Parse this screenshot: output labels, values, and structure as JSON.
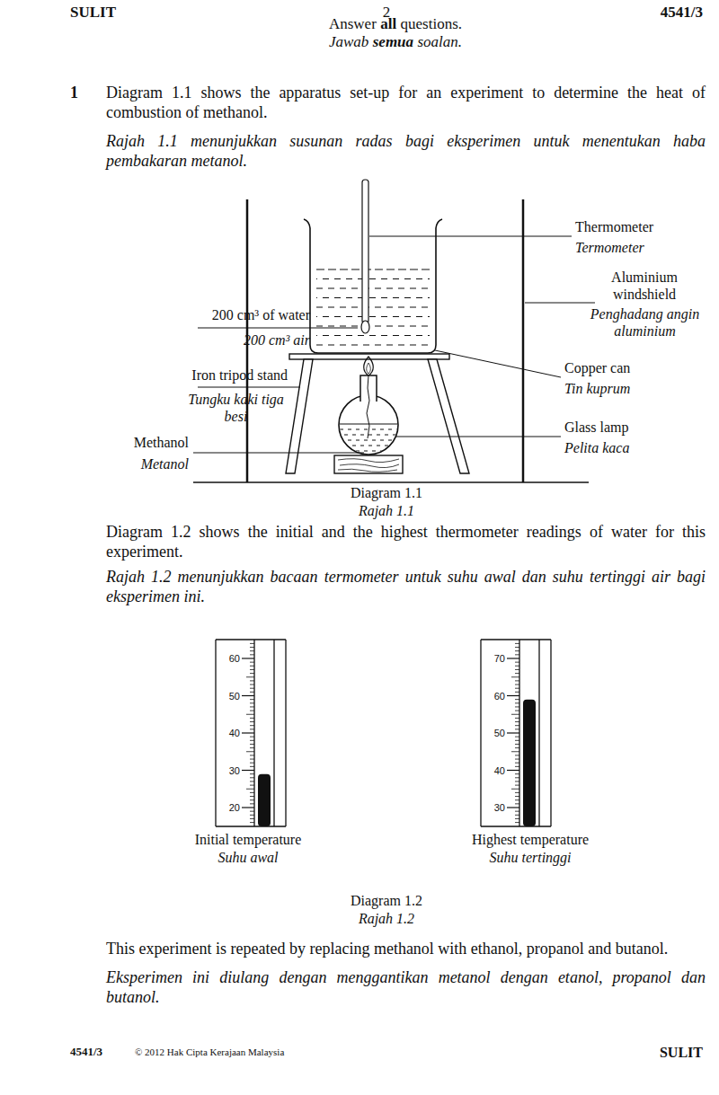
{
  "diagram": {
    "labels": [
      "SULIT",
      "2",
      "4541/3",
      "Answer",
      "all",
      "questions.",
      "Jawab",
      "semua",
      "soalan.",
      "1",
      "Diagram 1.1 shows the apparatus set-up for an experiment to determine the heat of combustion of methanol.",
      "Rajah 1.1 menunjukkan susunan radas bagi eksperimen untuk menentukan haba pembakaran metanol.",
      "Thermometer",
      "Termometer",
      "Aluminium windshield",
      "Penghadang angin aluminium",
      "200 cm³ of water",
      "200 cm³ air",
      "Iron tripod stand",
      "Tungku kaki tiga besi",
      "Copper can",
      "Tin kuprum",
      "Glass lamp",
      "Pelita kaca",
      "Methanol",
      "Metanol",
      "Diagram 1.1",
      "Rajah 1.1",
      "Diagram 1.2 shows the initial and the highest thermometer readings of water for this experiment.",
      "Rajah 1.2 menunjukkan bacaan termometer untuk suhu awal dan suhu tertinggi air bagi eksperimen ini.",
      "60",
      "50",
      "40",
      "30",
      "20",
      "70",
      "60",
      "50",
      "40",
      "30",
      "Initial temperature",
      "Suhu awal",
      "Highest temperature",
      "Suhu tertinggi",
      "Diagram 1.2",
      "Rajah 1.2",
      "This experiment is repeated by replacing methanol with ethanol, propanol and butanol.",
      "Eksperimen ini diulang dengan menggantikan metanol dengan etanol, propanol dan butanol.",
      "4541/3",
      "© 2012 Hak Cipta Kerajaan Malaysia",
      "SULIT"
    ]
  }
}
